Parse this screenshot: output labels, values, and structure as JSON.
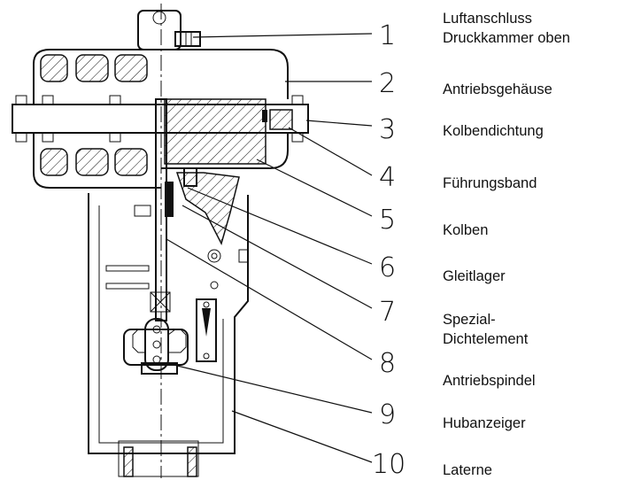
{
  "callouts": [
    {
      "number": "1",
      "label": "Luftanschluss Druckkammer oben"
    },
    {
      "number": "2",
      "label": "Antriebsgehäuse"
    },
    {
      "number": "3",
      "label": "Kolbendichtung"
    },
    {
      "number": "4",
      "label": "Führungsband"
    },
    {
      "number": "5",
      "label": "Kolben"
    },
    {
      "number": "6",
      "label": "Gleitlager"
    },
    {
      "number": "7",
      "label": "Spezial-Dichtelement"
    },
    {
      "number": "8",
      "label": "Antriebspindel"
    },
    {
      "number": "9",
      "label": "Hubanzeiger"
    },
    {
      "number": "10",
      "label": "Laterne"
    }
  ],
  "label_lines": {
    "l1a": "Luftanschluss",
    "l1b": "Druckkammer oben",
    "l7a": "Spezial-",
    "l7b": "Dichtelement"
  }
}
